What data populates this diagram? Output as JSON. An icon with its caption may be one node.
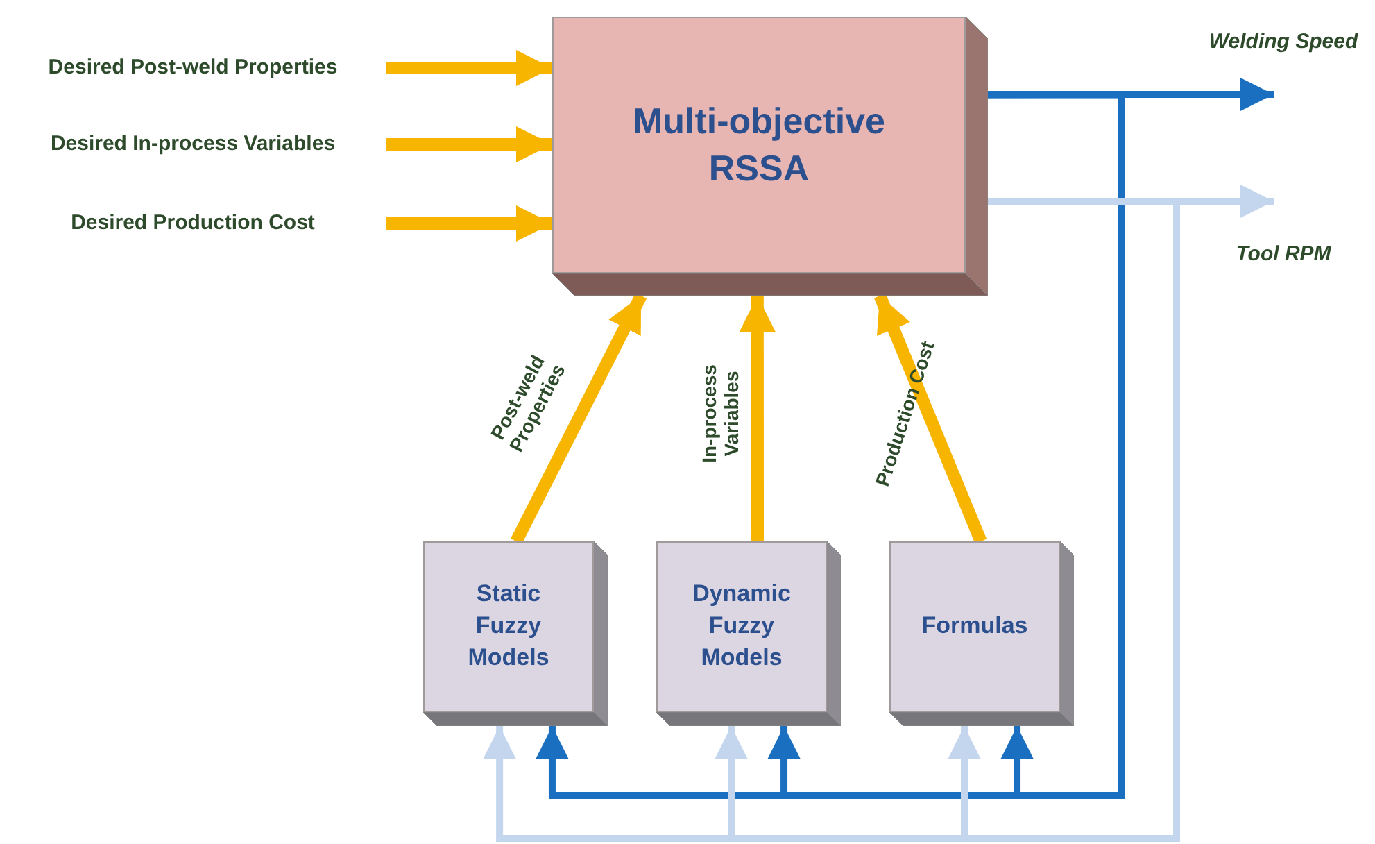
{
  "diagram": {
    "nodes": [
      {
        "text": [
          "Desired Post-weld Properties"
        ]
      },
      {
        "text": [
          "Desired In-process Variables"
        ]
      },
      {
        "text": [
          "Desired Production Cost"
        ]
      },
      {
        "text": [
          "Multi-objective RSSA"
        ]
      },
      {
        "text": [
          "Static Fuzzy Models"
        ]
      },
      {
        "text": [
          "Dynamic Fuzzy Models"
        ]
      },
      {
        "text": [
          "Formulas"
        ]
      }
    ],
    "edges": [
      {
        "from": 0,
        "to": 3,
        "arrow": "to",
        "style": "thick",
        "color": "#f7b500"
      },
      {
        "from": 1,
        "to": 3,
        "arrow": "to",
        "style": "thick",
        "color": "#f7b500"
      },
      {
        "from": 2,
        "to": 3,
        "arrow": "to",
        "style": "thick",
        "color": "#f7b500"
      },
      {
        "from": 4,
        "to": 3,
        "arrow": "to",
        "label": "Post-weld Properties",
        "style": "thick",
        "color": "#f7b500"
      },
      {
        "from": 5,
        "to": 3,
        "arrow": "to",
        "label": "In-process Variables",
        "style": "thick",
        "color": "#f7b500"
      },
      {
        "from": 6,
        "to": 3,
        "arrow": "to",
        "label": "Production Cost",
        "style": "thick",
        "color": "#f7b500"
      },
      {
        "from": 3,
        "to": null,
        "arrow": "to",
        "label": "Welding Speed",
        "color": "#1b6fc0"
      },
      {
        "from": 3,
        "to": null,
        "arrow": "to",
        "label": "Tool RPM",
        "color": "#c3d6ee"
      },
      {
        "from": 3,
        "to": 4,
        "arrow": "to",
        "color": "#1b6fc0"
      },
      {
        "from": 3,
        "to": 5,
        "arrow": "to",
        "color": "#1b6fc0"
      },
      {
        "from": 3,
        "to": 6,
        "arrow": "to",
        "color": "#1b6fc0"
      },
      {
        "from": 3,
        "to": 4,
        "arrow": "to",
        "color": "#c3d6ee"
      },
      {
        "from": 3,
        "to": 5,
        "arrow": "to",
        "color": "#c3d6ee"
      },
      {
        "from": 3,
        "to": 6,
        "arrow": "to",
        "color": "#c3d6ee"
      }
    ]
  }
}
